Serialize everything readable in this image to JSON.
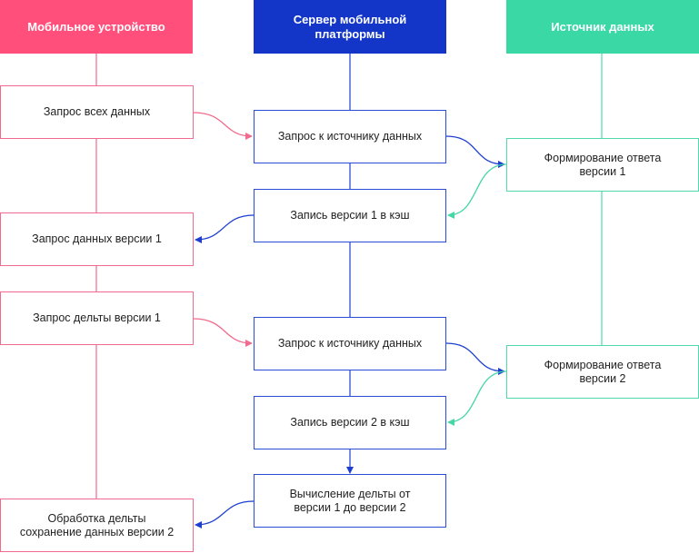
{
  "lanes": {
    "mobile": "Мобильное устройство",
    "server": "Сервер мобильной\nплатформы",
    "source": "Источник данных"
  },
  "mobile_steps": [
    "Запрос всех данных",
    "Запрос данных версии 1",
    "Запрос дельты версии 1",
    "Обработка дельты\nсохранение данных версии 2"
  ],
  "server_steps": [
    "Запрос к источнику данных",
    "Запись версии 1 в кэш",
    "Запрос к источнику данных",
    "Запись версии 2 в кэш",
    "Вычисление дельты от\nверсии 1 до версии 2"
  ],
  "source_steps": [
    "Формирование ответа\nверсии 1",
    "Формирование ответа\nверсии 2"
  ],
  "colors": {
    "mobile": "#ff4f7a",
    "mobile_line": "#f06b8d",
    "server": "#1336c9",
    "server_line": "#2a4bd6",
    "source": "#39d8a4",
    "source_line": "#4fd9ad"
  }
}
